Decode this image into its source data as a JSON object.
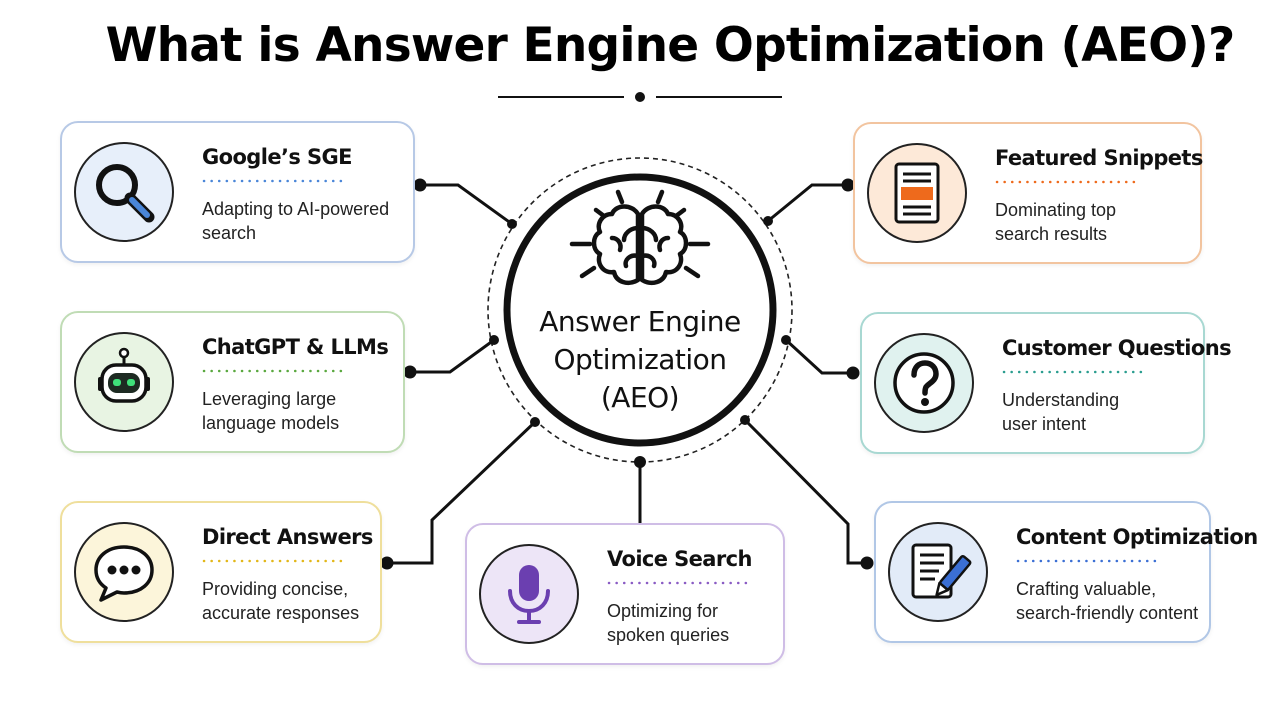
{
  "title": "What is Answer Engine Optimization (AEO)?",
  "center": {
    "line1": "Answer Engine",
    "line2": "Optimization",
    "line3": "(AEO)",
    "icon": "brain-icon"
  },
  "cards": {
    "google": {
      "title": "Google’s SGE",
      "desc1": "Adapting to AI-powered",
      "desc2": "search",
      "icon": "magnifier-icon",
      "accent": "#4a86d8"
    },
    "chatgpt": {
      "title": "ChatGPT & LLMs",
      "desc1": "Leveraging large",
      "desc2": "language models",
      "icon": "robot-icon",
      "accent": "#5aa83f"
    },
    "direct": {
      "title": "Direct Answers",
      "desc1": "Providing concise,",
      "desc2": "accurate responses",
      "icon": "chat-bubble-icon",
      "accent": "#e2b719"
    },
    "voice": {
      "title": "Voice Search",
      "desc1": "Optimizing for",
      "desc2": "spoken queries",
      "icon": "microphone-icon",
      "accent": "#8a5cc4"
    },
    "featured": {
      "title": "Featured Snippets",
      "desc1": "Dominating top",
      "desc2": "search results",
      "icon": "document-snippet-icon",
      "accent": "#ee6a1c"
    },
    "customer": {
      "title": "Customer Questions",
      "desc1": "Understanding",
      "desc2": "user intent",
      "icon": "question-mark-icon",
      "accent": "#2a9d8f"
    },
    "content": {
      "title": "Content Optimization",
      "desc1": "Crafting valuable,",
      "desc2": "search-friendly content",
      "icon": "document-pen-icon",
      "accent": "#3b6fd4"
    }
  }
}
